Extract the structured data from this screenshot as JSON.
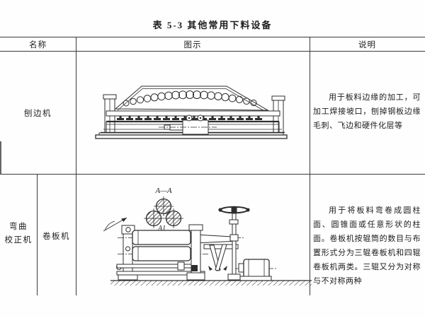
{
  "page": {
    "background": "#fefefe",
    "rule_color": "#3a3a3a",
    "text_color": "#1c1c1c"
  },
  "title": "表 5-3  其他常用下料设备",
  "table": {
    "headers": {
      "name": "名称",
      "illustration": "图示",
      "description": "说明"
    },
    "rows": [
      {
        "name": "刨边机",
        "illustration_alt": "edge-planing-machine-drawing",
        "description": "用于板料边缘的加工，可加工焊接坡口，刨掉钢板边缘毛刺、飞边和硬件化层等"
      },
      {
        "group_name_line1": "弯曲",
        "group_name_line2": "校正机",
        "name": "卷板机",
        "illustration_alt": "plate-rolling-machine-drawing",
        "drawing_labels": {
          "section": "A—A",
          "cut_mark_top": "A1",
          "cut_mark_bottom": "A1"
        },
        "description": "用于将板料弯卷成圆柱面、圆锥面或任意形状的柱面。卷板机按辊筒的数目与布置形式分为三辊卷板机和四辊卷板机两类。三辊又分为对称与不对称两种"
      }
    ]
  }
}
